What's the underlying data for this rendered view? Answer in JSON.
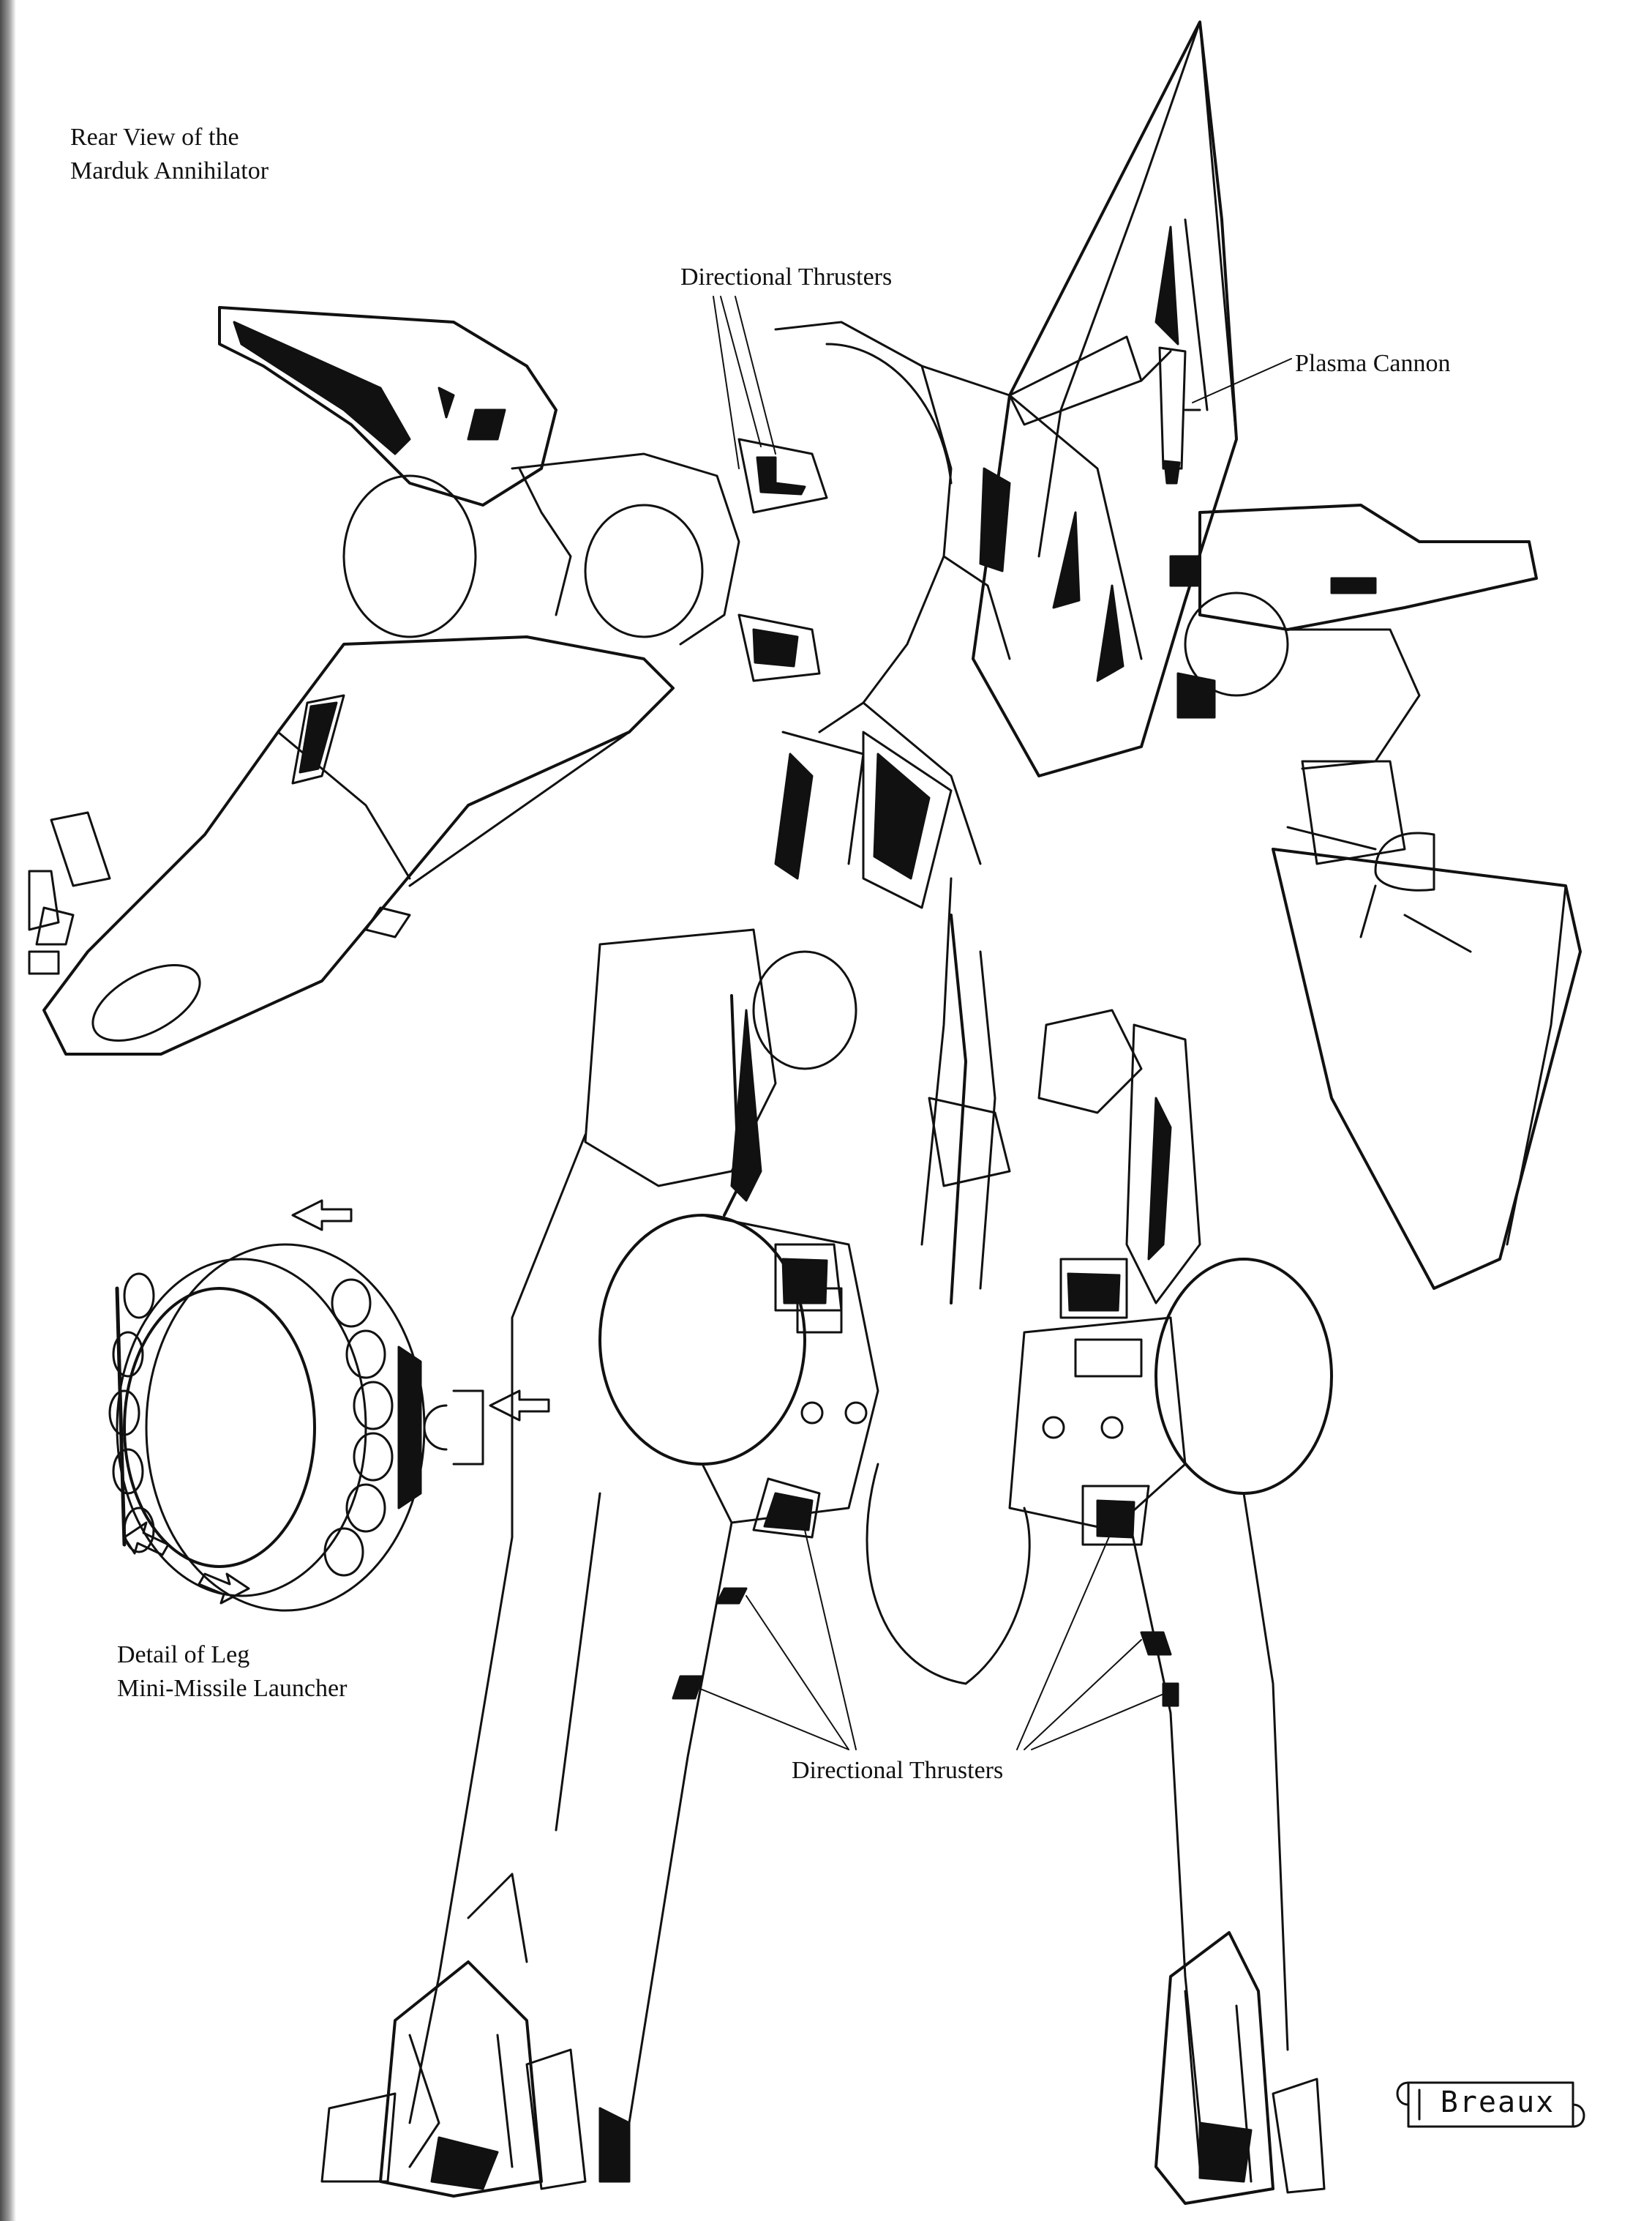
{
  "labels": {
    "title_line1": "Rear View of the",
    "title_line2": "Marduk Annihilator",
    "thrusters_top": "Directional Thrusters",
    "plasma_cannon": "Plasma Cannon",
    "leg_detail_line1": "Detail of Leg",
    "leg_detail_line2": "Mini-Missile Launcher",
    "thrusters_bottom": "Directional Thrusters"
  },
  "signature": "Breaux",
  "colors": {
    "ink": "#111111",
    "paper": "#ffffff",
    "scan_edge": "#4a4a4a"
  }
}
